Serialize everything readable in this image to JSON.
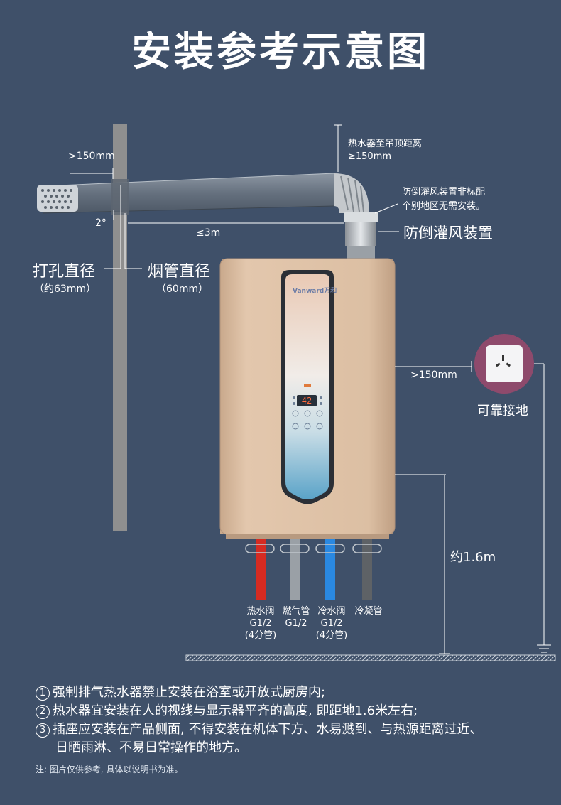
{
  "title": "安装参考示意图",
  "labels": {
    "flue_spacing": ">150mm",
    "ceiling_line1": "热水器至吊顶距离",
    "ceiling_line2": "≥150mm",
    "anti_backdraft_note1": "防倒灌风装置非标配",
    "anti_backdraft_note2": "个别地区无需安装。",
    "anti_backdraft": "防倒灌风装置",
    "slope": "2°",
    "length": "≤3m",
    "hole_diameter": "打孔直径",
    "hole_diameter_value": "（约63mm）",
    "flue_diameter": "烟管直径",
    "flue_diameter_value": "（60mm）",
    "side_spacing": ">150mm",
    "ground": "可靠接地",
    "height": "约1.6m"
  },
  "brand": "Vanward万和",
  "display_value": "42",
  "pipes": [
    {
      "line1": "热水阀",
      "line2": "G1/2",
      "line3": "(4分管)",
      "color": "#d62b22"
    },
    {
      "line1": "燃气管",
      "line2": "G1/2",
      "line3": "",
      "color": "#9aa0a6"
    },
    {
      "line1": "冷水阀",
      "line2": "G1/2",
      "line3": "(4分管)",
      "color": "#2a88e0"
    },
    {
      "line1": "冷凝管",
      "line2": "",
      "line3": "",
      "color": "#5e6266"
    }
  ],
  "notes": [
    {
      "num": "1",
      "text": "强制排气热水器禁止安装在浴室或开放式厨房内;"
    },
    {
      "num": "2",
      "text": "热水器宜安装在人的视线与显示器平齐的高度, 即距地1.6米左右;"
    },
    {
      "num": "3",
      "text": "插座应安装在产品侧面, 不得安装在机体下方、水易溅到、与热源距离过近、"
    },
    {
      "num": "",
      "text": "日晒雨淋、不易日常操作的地方。"
    }
  ],
  "footnote": "注: 图片仅供参考, 具体以说明书为准。",
  "colors": {
    "background": "#3f5069",
    "heater_body": "#d7b89c",
    "socket_ring": "#8e4a6c"
  },
  "icons": [
    "socket-icon",
    "ground-symbol-icon",
    "power-icon",
    "water-drop-icon"
  ]
}
